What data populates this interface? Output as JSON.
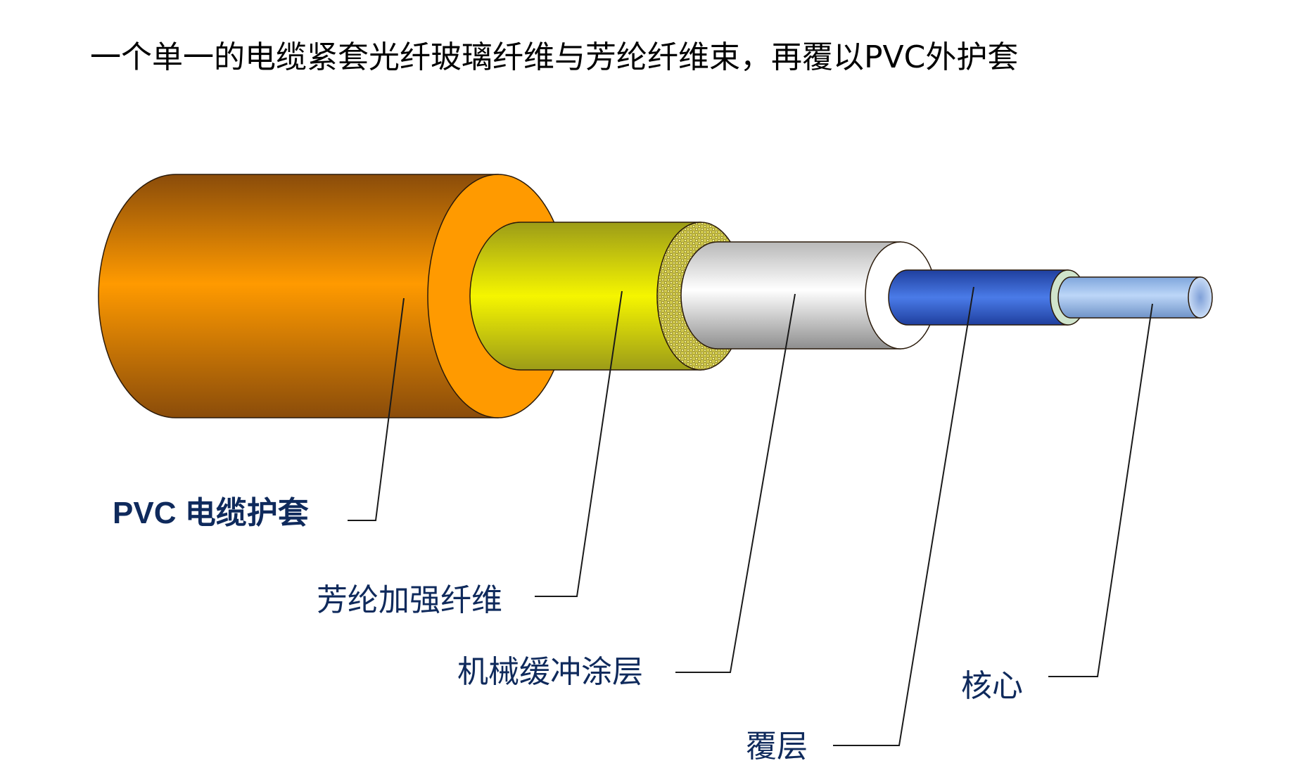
{
  "title": "一个单一的电缆紧套光纤玻璃纤维与芳纶纤维束，再覆以PVC外护套",
  "labels": {
    "pvc_jacket": "PVC 电缆护套",
    "aramid_strength": "芳纶加强纤维",
    "buffer_coating": "机械缓冲涂层",
    "cladding": "覆层",
    "core": "核心"
  },
  "colors": {
    "pvc_jacket": "#ff9a00",
    "pvc_jacket_shadow": "#8a4a0a",
    "aramid": "#f5f500",
    "aramid_weave": "#d8d030",
    "buffer": "#ffffff",
    "buffer_shadow": "#9a9a9a",
    "cladding": "#3f6fe0",
    "core": "#a9c8f5",
    "label_text": "#0f2a5c"
  }
}
